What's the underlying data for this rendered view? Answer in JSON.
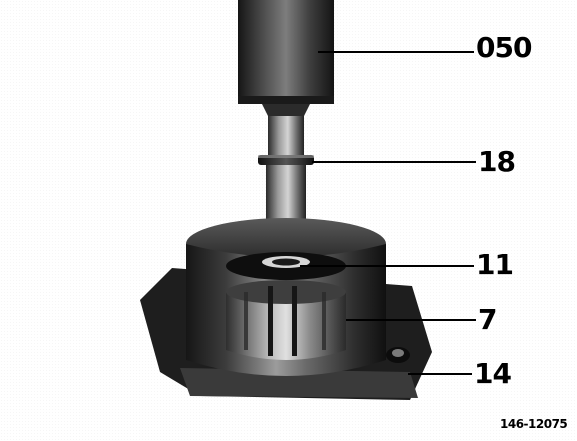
{
  "labels": {
    "part_050": "050",
    "part_18": "18",
    "part_11": "11",
    "part_7": "7",
    "part_14": "14"
  },
  "figure_number": "146-12075",
  "colors": {
    "background": "#ffffff",
    "ink": "#000000",
    "metal_dark": "#1a1a1a",
    "metal_mid": "#6e6e6e",
    "metal_light": "#c8c8c8"
  }
}
